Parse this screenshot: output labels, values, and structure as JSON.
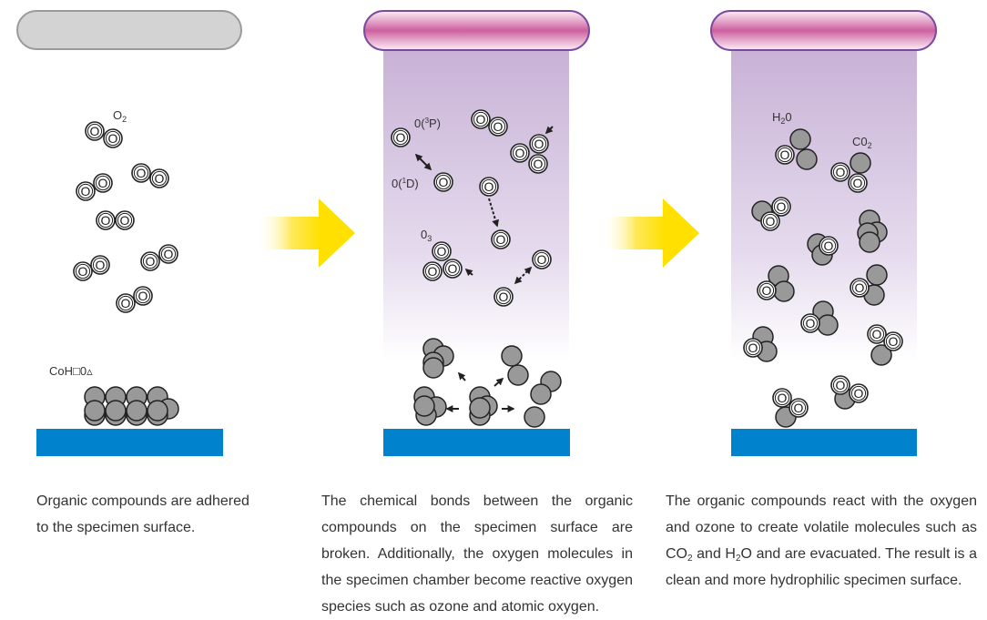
{
  "diagram": {
    "title": "UV ozone cleaning process",
    "colors": {
      "lamp_off": "#d3d3d3",
      "lamp_on_center": "#cd5f9f",
      "lamp_border": "#7a4a9e",
      "uv_beam_top": "#c8b2d6",
      "substrate": "#0083cc",
      "organic_atom": "#999999",
      "arrow_yellow": "#ffe000"
    },
    "panels": [
      {
        "id": "step-1",
        "lamp": "off",
        "labels": {
          "oxygen": "O",
          "oxygen_sub": "2",
          "organic": "CoH□0▵"
        },
        "caption": "Organic compounds are adhered to the specimen surface."
      },
      {
        "id": "step-2",
        "lamp": "on",
        "labels": {
          "triplet_pre": "0(",
          "triplet_sup": "3",
          "triplet_post": "P)",
          "singlet_pre": "0(",
          "singlet_sup": "1",
          "singlet_post": "D)",
          "ozone": "0",
          "ozone_sub": "3"
        },
        "caption_lines": [
          "The chemical bonds between the organic compounds on the specimen surface are broken.",
          "Additionally, the oxygen molecules in the specimen chamber become reactive oxygen species such as ozone and atomic oxygen."
        ]
      },
      {
        "id": "step-3",
        "lamp": "on",
        "labels": {
          "water_pre": "H",
          "water_sub": "2",
          "water_post": "0",
          "co2_pre": "C0",
          "co2_sub": "2"
        },
        "caption_parts": {
          "a": "The organic compounds react with the oxygen and ozone to create volatile molecules such as CO",
          "sub1": "2",
          "b": " and H",
          "sub2": "2",
          "c": "O and are evacuated. The result is a clean and more hydrophilic specimen surface."
        }
      }
    ],
    "atom_letter": "O"
  }
}
